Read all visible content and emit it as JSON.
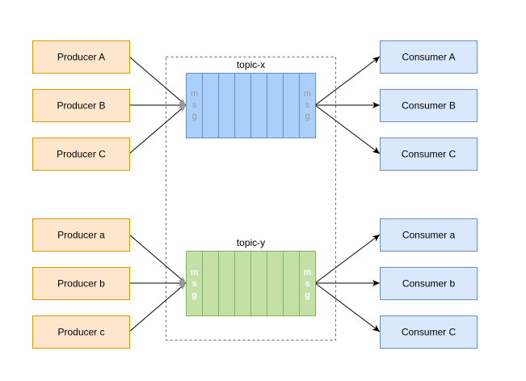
{
  "colors": {
    "producer_fill": "#ffe6cc",
    "producer_stroke": "#d79b00",
    "consumer_fill": "#dae8fc",
    "consumer_stroke": "#6c8ebf",
    "topic_x_fill": "#a9d0fb",
    "topic_x_stroke": "#6c8ebf",
    "topic_y_fill": "#c4e0a7",
    "topic_y_stroke": "#82b366",
    "msg_x_text": "#999999",
    "msg_y_text": "#ffffff",
    "arrow": "#000000",
    "arrow_in": "#999999"
  },
  "topics": [
    {
      "name": "topic-x",
      "msg_left": [
        "m",
        "s",
        "g"
      ],
      "msg_right": [
        "m",
        "s",
        "g"
      ]
    },
    {
      "name": "topic-y",
      "msg_left": [
        "m",
        "s",
        "g"
      ],
      "msg_right": [
        "m",
        "s",
        "g"
      ]
    }
  ],
  "producers": [
    {
      "label": "Producer A"
    },
    {
      "label": "Producer B"
    },
    {
      "label": "Producer C"
    },
    {
      "label": "Producer a"
    },
    {
      "label": "Producer b"
    },
    {
      "label": "Producer c"
    }
  ],
  "consumers": [
    {
      "label": "Consumer A"
    },
    {
      "label": "Consumer B"
    },
    {
      "label": "Consumer C"
    },
    {
      "label": "Consumer a"
    },
    {
      "label": "Consumer b"
    },
    {
      "label": "Consumer C"
    }
  ]
}
